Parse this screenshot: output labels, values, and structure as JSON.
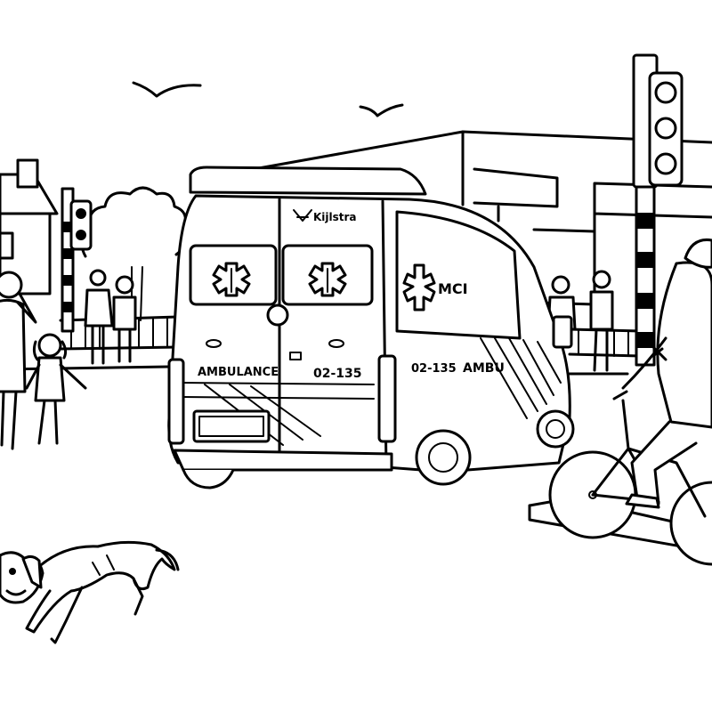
{
  "scene": {
    "ambulance": {
      "rear_label": "AMBULANCE",
      "rear_number": "02-135",
      "side_number": "02-135",
      "side_label": "AMBU",
      "brand": "Kijlstra",
      "side_badge": "MCI"
    }
  }
}
